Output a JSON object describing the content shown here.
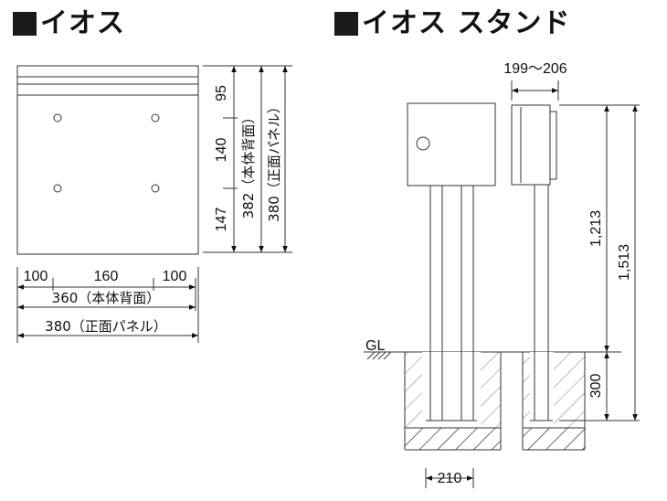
{
  "left_title": "イオス",
  "right_title": "イオス スタンド",
  "left_drawing": {
    "vertical_dims": [
      "95",
      "140",
      "147"
    ],
    "vertical_body_back": "382（本体背面）",
    "vertical_front_panel": "380（正面パネル）",
    "horizontal_dims": [
      "100",
      "160",
      "100"
    ],
    "horizontal_body_back": "360（本体背面）",
    "horizontal_front_panel": "380（正面パネル）"
  },
  "right_drawing": {
    "depth_range": "199～206",
    "height_1213": "1,213",
    "height_1513": "1,513",
    "ground_label": "GL",
    "depth_300": "300",
    "width_210": "210"
  }
}
